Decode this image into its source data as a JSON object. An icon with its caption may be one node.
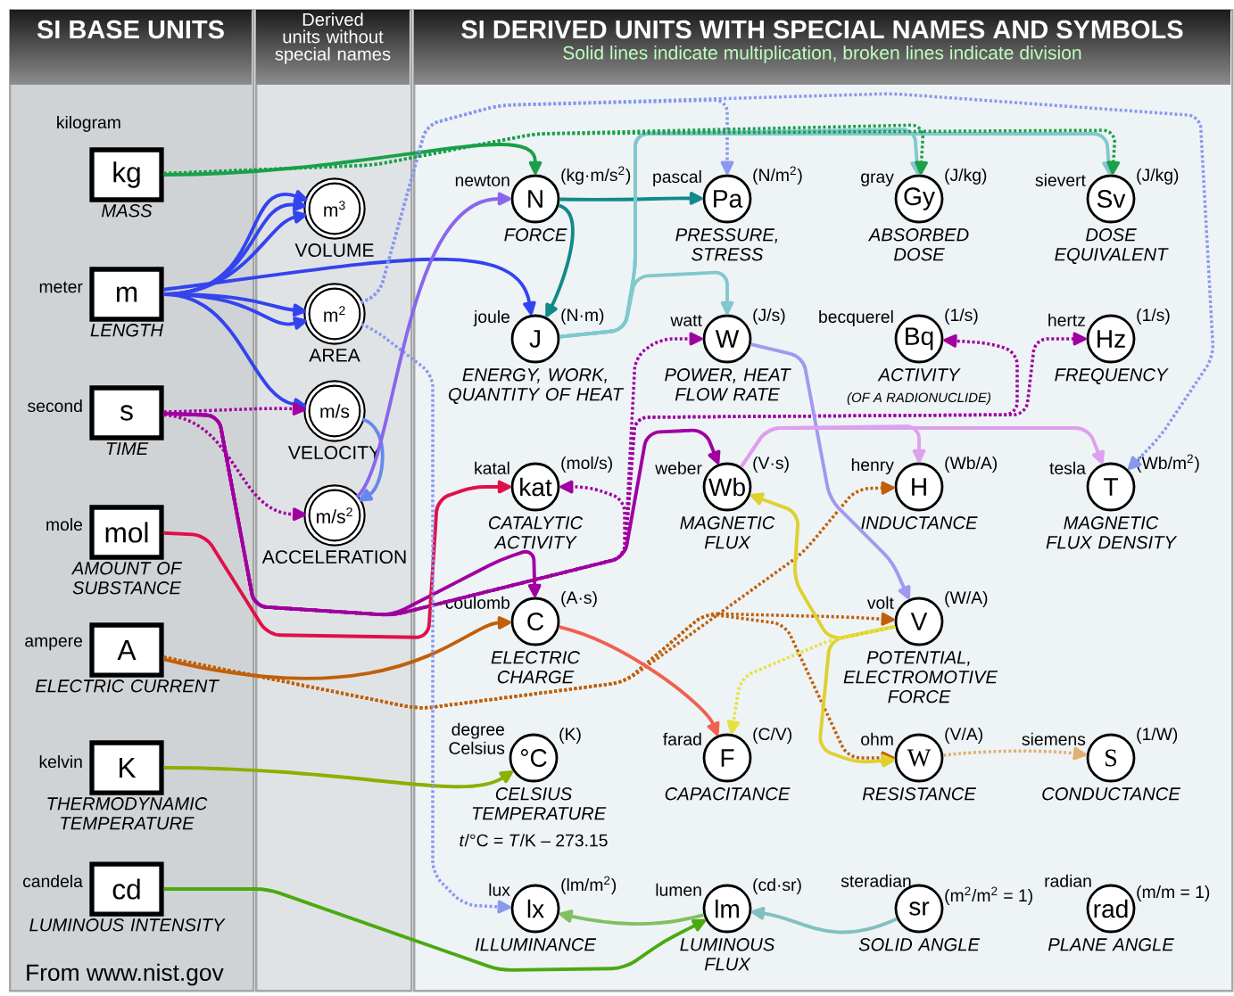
{
  "diagram": {
    "nodes": [
      {
        "text": [
          "SI BASE UNITS"
        ]
      },
      {
        "text": [
          "Derived units without special names"
        ]
      },
      {
        "text": [
          "SI DERIVED UNITS WITH SPECIAL NAMES AND SYMBOLS",
          "Solid lines indicate multiplication, broken lines indicate division"
        ]
      },
      {
        "text": [
          "kg"
        ],
        "in": 0,
        "beside": [
          "kilogram",
          "MASS"
        ]
      },
      {
        "text": [
          "m"
        ],
        "in": 0,
        "beside": [
          "meter",
          "LENGTH"
        ]
      },
      {
        "text": [
          "s"
        ],
        "in": 0,
        "beside": [
          "second",
          "TIME"
        ]
      },
      {
        "text": [
          "mol"
        ],
        "in": 0,
        "beside": [
          "mole",
          "AMOUNT OF SUBSTANCE"
        ]
      },
      {
        "text": [
          "A"
        ],
        "in": 0,
        "beside": [
          "ampere",
          "ELECTRIC CURRENT"
        ]
      },
      {
        "text": [
          "K"
        ],
        "in": 0,
        "beside": [
          "kelvin",
          "THERMODYNAMIC TEMPERATURE"
        ]
      },
      {
        "text": [
          "cd"
        ],
        "in": 0,
        "beside": [
          "candela",
          "LUMINOUS INTENSITY"
        ]
      },
      {
        "text": [
          "m$^{3}$"
        ],
        "in": 1,
        "beside": [
          "VOLUME"
        ]
      },
      {
        "text": [
          "m$^{2}$"
        ],
        "in": 1,
        "beside": [
          "AREA"
        ]
      },
      {
        "text": [
          "m/s"
        ],
        "in": 1,
        "beside": [
          "VELOCITY"
        ]
      },
      {
        "text": [
          "m/s$^{2}$"
        ],
        "in": 1,
        "beside": [
          "ACCELERATION"
        ]
      },
      {
        "text": [
          "N"
        ],
        "in": 2,
        "beside": [
          "newton",
          "(kg·m/s$^{2}$)",
          "FORCE"
        ]
      },
      {
        "text": [
          "Pa"
        ],
        "in": 2,
        "beside": [
          "pascal",
          "(N/m$^{2}$)",
          "PRESSURE, STRESS"
        ]
      },
      {
        "text": [
          "Gy"
        ],
        "in": 2,
        "beside": [
          "gray",
          "(J/kg)",
          "ABSORBED DOSE"
        ]
      },
      {
        "text": [
          "Sv"
        ],
        "in": 2,
        "beside": [
          "sievert",
          "(J/kg)",
          "DOSE EQUIVALENT"
        ]
      },
      {
        "text": [
          "J"
        ],
        "in": 2,
        "beside": [
          "joule",
          "(N·m)",
          "ENERGY, WORK, QUANTITY OF HEAT"
        ]
      },
      {
        "text": [
          "W"
        ],
        "in": 2,
        "beside": [
          "watt",
          "(J/s)",
          "POWER, HEAT FLOW RATE"
        ]
      },
      {
        "text": [
          "Bq"
        ],
        "in": 2,
        "beside": [
          "becquerel",
          "(1/s)",
          "ACTIVITY",
          "(OF A RADIONUCLIDE)"
        ]
      },
      {
        "text": [
          "Hz"
        ],
        "in": 2,
        "beside": [
          "hertz",
          "(1/s)",
          "FREQUENCY"
        ]
      },
      {
        "text": [
          "kat"
        ],
        "in": 2,
        "beside": [
          "katal",
          "(mol/s)",
          "CATALYTIC ACTIVITY"
        ]
      },
      {
        "text": [
          "Wb"
        ],
        "in": 2,
        "beside": [
          "weber",
          "(V·s)",
          "MAGNETIC FLUX"
        ]
      },
      {
        "text": [
          "H"
        ],
        "in": 2,
        "beside": [
          "henry",
          "(Wb/A)",
          "INDUCTANCE"
        ]
      },
      {
        "text": [
          "T"
        ],
        "in": 2,
        "beside": [
          "tesla",
          "(Wb/m$^{2}$)",
          "MAGNETIC FLUX DENSITY"
        ]
      },
      {
        "text": [
          "C"
        ],
        "in": 2,
        "beside": [
          "coulomb",
          "(A·s)",
          "ELECTRIC CHARGE"
        ]
      },
      {
        "text": [
          "V"
        ],
        "in": 2,
        "beside": [
          "volt",
          "(W/A)",
          "POTENTIAL, ELECTROMOTIVE FORCE"
        ]
      },
      {
        "text": [
          "°C"
        ],
        "in": 2,
        "beside": [
          "degree Celsius",
          "(K)",
          "CELSIUS TEMPERATURE",
          "*t*/°C = *T*/K – 273.15"
        ]
      },
      {
        "text": [
          "F"
        ],
        "in": 2,
        "beside": [
          "farad",
          "(C/V)",
          "CAPACITANCE"
        ]
      },
      {
        "text": [
          "W"
        ],
        "in": 2,
        "beside": [
          "ohm",
          "(V/A)",
          "RESISTANCE"
        ]
      },
      {
        "text": [
          "S"
        ],
        "in": 2,
        "beside": [
          "siemens",
          "(1/W)",
          "CONDUCTANCE"
        ]
      },
      {
        "text": [
          "lx"
        ],
        "in": 2,
        "beside": [
          "lux",
          "(lm/m$^{2}$)",
          "ILLUMINANCE"
        ]
      },
      {
        "text": [
          "lm"
        ],
        "in": 2,
        "beside": [
          "lumen",
          "(cd·sr)",
          "LUMINOUS FLUX"
        ]
      },
      {
        "text": [
          "sr"
        ],
        "in": 2,
        "beside": [
          "steradian",
          "(m$^{2}$/m$^{2}$ = 1)",
          "SOLID ANGLE"
        ]
      },
      {
        "text": [
          "rad"
        ],
        "in": 2,
        "beside": [
          "radian",
          "(m/m = 1)",
          "PLANE ANGLE"
        ]
      }
    ],
    "edges": [
      {
        "from": 3,
        "to": 14,
        "arrow": "to",
        "color": "#1aa04a"
      },
      {
        "from": 4,
        "to": 10,
        "arrow": "to",
        "color": "#3344ee"
      },
      {
        "from": 4,
        "to": 10,
        "arrow": "to",
        "color": "#3344ee"
      },
      {
        "from": 4,
        "to": 10,
        "arrow": "to",
        "color": "#3344ee"
      },
      {
        "from": 4,
        "to": 11,
        "arrow": "to",
        "color": "#3344ee"
      },
      {
        "from": 4,
        "to": 11,
        "arrow": "to",
        "color": "#3344ee"
      },
      {
        "from": 4,
        "to": 12,
        "arrow": "to",
        "color": "#3344ee"
      },
      {
        "from": 4,
        "to": 18,
        "arrow": "to",
        "color": "#3344ee"
      },
      {
        "from": 5,
        "to": 12,
        "arrow": "to",
        "style": "dashed",
        "color": "#a000a0"
      },
      {
        "from": 5,
        "to": 13,
        "arrow": "to",
        "style": "dashed",
        "color": "#a000a0"
      },
      {
        "from": 5,
        "to": 23,
        "arrow": "to",
        "color": "#a000a0"
      },
      {
        "from": 5,
        "to": 26,
        "arrow": "to",
        "color": "#a000a0"
      },
      {
        "from": 5,
        "to": 22,
        "arrow": "to",
        "style": "dashed",
        "color": "#a000a0"
      },
      {
        "from": 5,
        "to": 19,
        "arrow": "to",
        "style": "dashed",
        "color": "#a000a0"
      },
      {
        "from": 5,
        "to": 20,
        "arrow": "to",
        "style": "dashed",
        "color": "#a000a0"
      },
      {
        "from": 5,
        "to": 21,
        "arrow": "to",
        "style": "dashed",
        "color": "#a000a0"
      },
      {
        "from": 6,
        "to": 22,
        "arrow": "to",
        "color": "#e0104a"
      },
      {
        "from": 7,
        "to": 26,
        "arrow": "to",
        "color": "#c0600a"
      },
      {
        "from": 7,
        "to": 24,
        "arrow": "to",
        "style": "dashed",
        "color": "#c0600a"
      },
      {
        "from": 7,
        "to": 27,
        "arrow": "to",
        "style": "dashed",
        "color": "#c0600a"
      },
      {
        "from": 7,
        "to": 30,
        "arrow": "to",
        "style": "dashed",
        "color": "#c0600a"
      },
      {
        "from": 8,
        "to": 28,
        "arrow": "to",
        "color": "#8ab000"
      },
      {
        "from": 9,
        "to": 33,
        "arrow": "to",
        "color": "#4aaa10"
      },
      {
        "from": 11,
        "to": 15,
        "arrow": "to",
        "style": "dashed",
        "color": "#8899ee"
      },
      {
        "from": 11,
        "to": 25,
        "arrow": "to",
        "style": "dashed",
        "color": "#8899ee"
      },
      {
        "from": 11,
        "to": 32,
        "arrow": "to",
        "style": "dashed",
        "color": "#8899ee"
      },
      {
        "from": 12,
        "to": 13,
        "arrow": "to",
        "color": "#6688ee"
      },
      {
        "from": 13,
        "to": 14,
        "arrow": "to",
        "color": "#8866ee"
      },
      {
        "from": 14,
        "to": 15,
        "arrow": "to",
        "color": "#108a8a"
      },
      {
        "from": 14,
        "to": 18,
        "arrow": "to",
        "color": "#108a8a"
      },
      {
        "from": 18,
        "to": 16,
        "arrow": "to",
        "color": "#80c8cc"
      },
      {
        "from": 18,
        "to": 17,
        "arrow": "to",
        "color": "#80c8cc"
      },
      {
        "from": 18,
        "to": 19,
        "arrow": "to",
        "color": "#80c8cc"
      },
      {
        "from": 3,
        "to": 16,
        "arrow": "to",
        "style": "dashed",
        "color": "#1aa04a"
      },
      {
        "from": 3,
        "to": 17,
        "arrow": "to",
        "style": "dashed",
        "color": "#1aa04a"
      },
      {
        "from": 19,
        "to": 27,
        "arrow": "to",
        "color": "#a099ee"
      },
      {
        "from": 23,
        "to": 24,
        "arrow": "to",
        "color": "#dda0ee"
      },
      {
        "from": 23,
        "to": 25,
        "arrow": "to",
        "color": "#dda0ee"
      },
      {
        "from": 27,
        "to": 23,
        "arrow": "to",
        "color": "#e0d030"
      },
      {
        "from": 27,
        "to": 30,
        "arrow": "to",
        "color": "#e0d030"
      },
      {
        "from": 27,
        "to": 29,
        "arrow": "to",
        "style": "dashed",
        "color": "#e8e040"
      },
      {
        "from": 26,
        "to": 29,
        "arrow": "to",
        "color": "#f06050"
      },
      {
        "from": 30,
        "to": 31,
        "arrow": "to",
        "style": "dashed",
        "color": "#e0b070"
      },
      {
        "from": 33,
        "to": 32,
        "arrow": "to",
        "color": "#80c060"
      },
      {
        "from": 34,
        "to": 33,
        "arrow": "to",
        "color": "#80c0c0"
      }
    ],
    "labels": [
      "From www.nist.gov"
    ]
  }
}
